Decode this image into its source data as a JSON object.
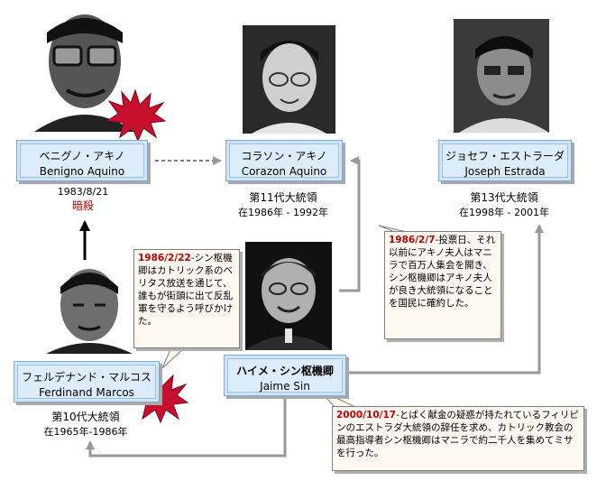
{
  "people": {
    "benigno": {
      "ja": "ベニグノ・アキノ",
      "en": "Benigno Aquino",
      "date": "1983/8/21",
      "event": "暗殺"
    },
    "corazon": {
      "ja": "コラソン・アキノ",
      "en": "Corazon Aquino",
      "title": "第11代大統領",
      "term": "在1986年 - 1992年"
    },
    "estrada": {
      "ja": "ジョセフ・エストラーダ",
      "en": "Joseph Estrada",
      "title": "第13代大統領",
      "term": "在1998年 - 2001年"
    },
    "marcos": {
      "ja": "フェルデナンド・マルコス",
      "en": "Ferdinand Marcos",
      "title": "第10代大統領",
      "term": "在1965年-1986年"
    },
    "sin": {
      "ja": "ハイメ・シン枢機卿",
      "en": "Jaime Sin"
    }
  },
  "notes": {
    "note1": {
      "date": "1986/2/22",
      "text": "-シン枢機卿はカトリック系のベリタス放送を通じて、誰もが街頭に出て反乱軍を守るよう呼びかけた。"
    },
    "note2": {
      "date": "1986/2/7",
      "text": "-投票日、それ以前にアキノ夫人はマニラで百万人集会を開き、シン枢機卿はアキノ夫人が良き大統領になることを国民に確約した。"
    },
    "note3": {
      "date": "2000/10/17",
      "text": "-とばく献金の疑惑が持たれているフィリピンのエストラダ大統領の辞任を求め、カトリック教会の最高指導者シン枢機卿はマニラで約二千人を集めてミサを行った。"
    }
  },
  "colors": {
    "accent_red": "#c00000",
    "box_fill": "#dcecfa",
    "burst": "#c8102e"
  }
}
